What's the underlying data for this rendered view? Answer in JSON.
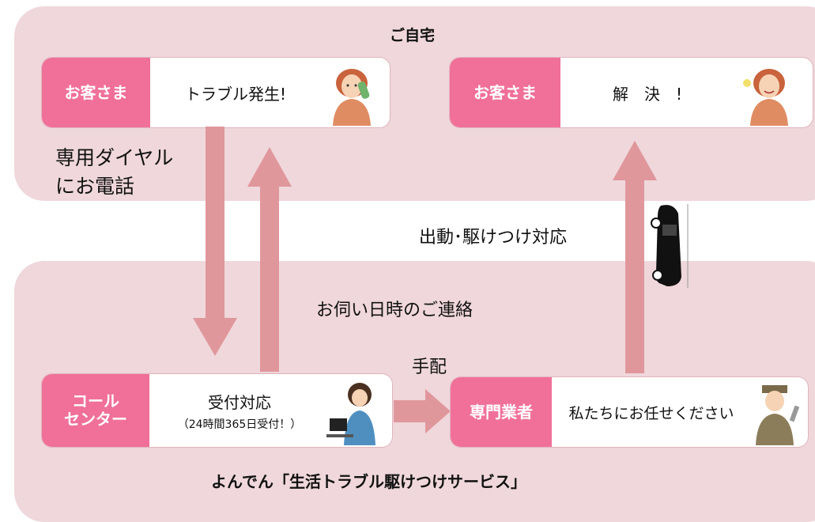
{
  "home_title": "ご自宅",
  "service_title": "よんでん「生活トラブル駆けつけサービス」",
  "customer_trouble": {
    "tag": "お客さま",
    "text": "トラブル発生!"
  },
  "customer_resolved": {
    "tag": "お客さま",
    "text": "解　決　!"
  },
  "call_center": {
    "tag_line1": "コール",
    "tag_line2": "センター",
    "text_line1": "受付対応",
    "text_line2": "（24時間365日受付！）"
  },
  "specialist": {
    "tag": "専門業者",
    "text": "私たちにお任せください"
  },
  "labels": {
    "dial_line1": "専用ダイヤル",
    "dial_line2": "にお電話",
    "dispatch": "出動･駆けつけ対応",
    "visit_contact": "お伺い日時のご連絡",
    "arrange": "手配"
  },
  "icons": [
    "woman-phone-icon",
    "woman-happy-icon",
    "operator-icon",
    "technician-icon",
    "car-icon"
  ],
  "colors": {
    "band": "#efd7db",
    "tag": "#f0709a",
    "arrow": "#e0979c",
    "box_border": "#e0b4bc"
  }
}
